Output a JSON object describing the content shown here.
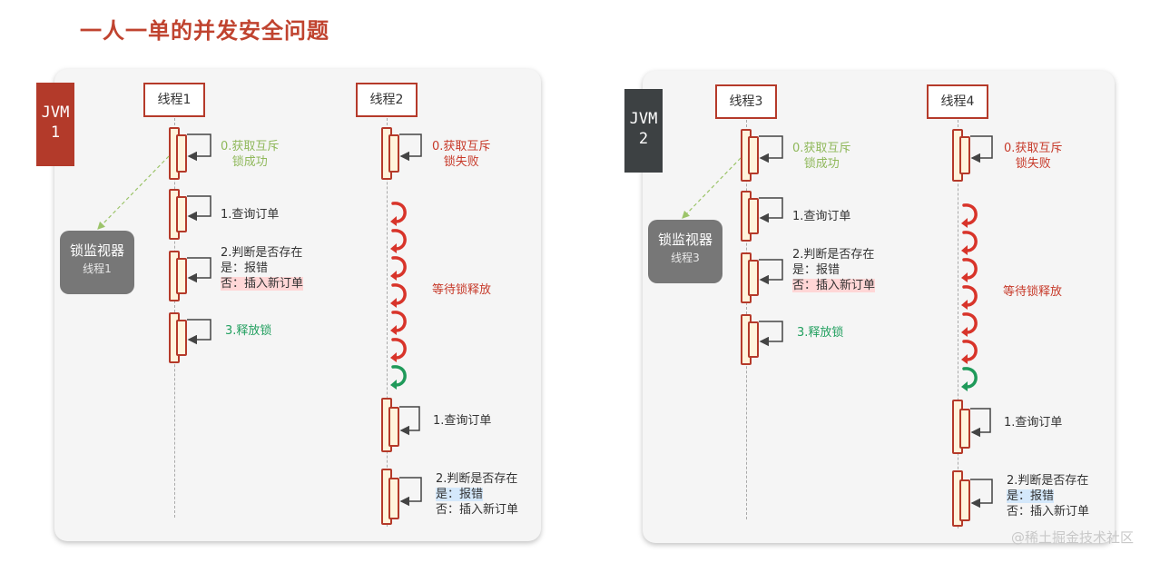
{
  "title": "一人一单的并发安全问题",
  "watermark": "@稀土掘金技术社区",
  "colors": {
    "accent": "#c0432f",
    "jvm1": "#b33a2a",
    "jvm2": "#3d4143",
    "green": "#8fb85a",
    "red": "#c73a2a",
    "teal": "#23a060"
  },
  "panels": [
    {
      "jvm": {
        "line1": "JVM",
        "line2": "1"
      },
      "thread_a": "线程1",
      "thread_b": "线程2",
      "monitor": {
        "title": "锁监视器",
        "owner": "线程1"
      },
      "a_steps": {
        "s0_l1": "0.获取互斥",
        "s0_l2": "锁成功",
        "s1": "1.查询订单",
        "s2_l1": "2.判断是否存在",
        "s2_l2": "是：报错",
        "s2_l3": "否：插入新订单",
        "s3": "3.释放锁"
      },
      "b_steps": {
        "s0_l1": "0.获取互斥",
        "s0_l2": "锁失败",
        "wait": "等待锁释放",
        "s1": "1.查询订单",
        "s2_l1": "2.判断是否存在",
        "s2_l2": "是：报错",
        "s2_l3": "否：插入新订单"
      }
    },
    {
      "jvm": {
        "line1": "JVM",
        "line2": "2"
      },
      "thread_a": "线程3",
      "thread_b": "线程4",
      "monitor": {
        "title": "锁监视器",
        "owner": "线程3"
      },
      "a_steps": {
        "s0_l1": "0.获取互斥",
        "s0_l2": "锁成功",
        "s1": "1.查询订单",
        "s2_l1": "2.判断是否存在",
        "s2_l2": "是：报错",
        "s2_l3": "否：插入新订单",
        "s3": "3.释放锁"
      },
      "b_steps": {
        "s0_l1": "0.获取互斥",
        "s0_l2": "锁失败",
        "wait": "等待锁释放",
        "s1": "1.查询订单",
        "s2_l1": "2.判断是否存在",
        "s2_l2": "是：报错",
        "s2_l3": "否：插入新订单"
      }
    }
  ]
}
